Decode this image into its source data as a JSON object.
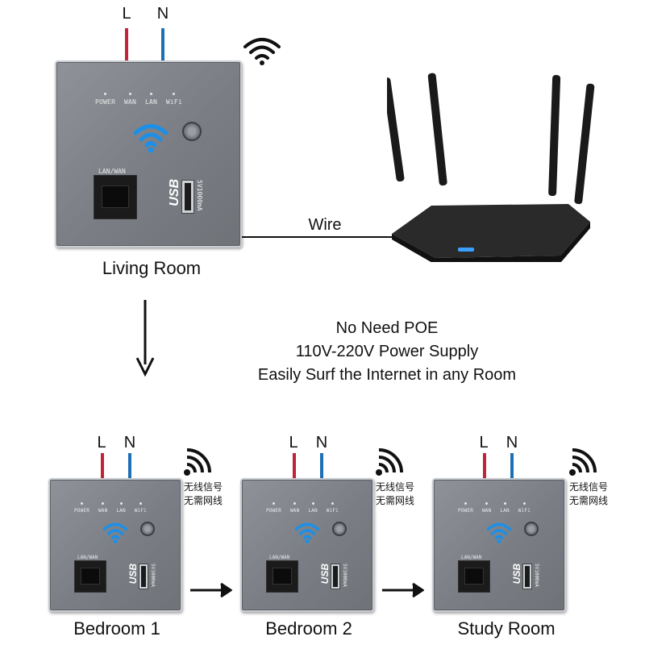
{
  "wires": {
    "l_label": "L",
    "n_label": "N",
    "l_color": "#c0233a",
    "n_color": "#1f6fb5"
  },
  "panel_leds": [
    "POWER",
    "WAN",
    "LAN",
    "WiFi"
  ],
  "panel_port_label": "LAN/WAN",
  "panel_usb_text": "USB",
  "panel_usb_spec": "5V1000mA",
  "wifi_color": "#1e8fe6",
  "living_room": {
    "label": "Living Room"
  },
  "wire_label": "Wire",
  "features": [
    "No Need POE",
    "110V-220V Power Supply",
    "Easily Surf the Internet in any Room"
  ],
  "signal_note": [
    "无线信号",
    "无需网线"
  ],
  "rooms": [
    {
      "label": "Bedroom 1"
    },
    {
      "label": "Bedroom 2"
    },
    {
      "label": "Study Room"
    }
  ],
  "icons": [
    "wifi-signal-icon",
    "wireless-signal-icon",
    "arrow-down-icon",
    "arrow-right-icon",
    "router-icon"
  ]
}
